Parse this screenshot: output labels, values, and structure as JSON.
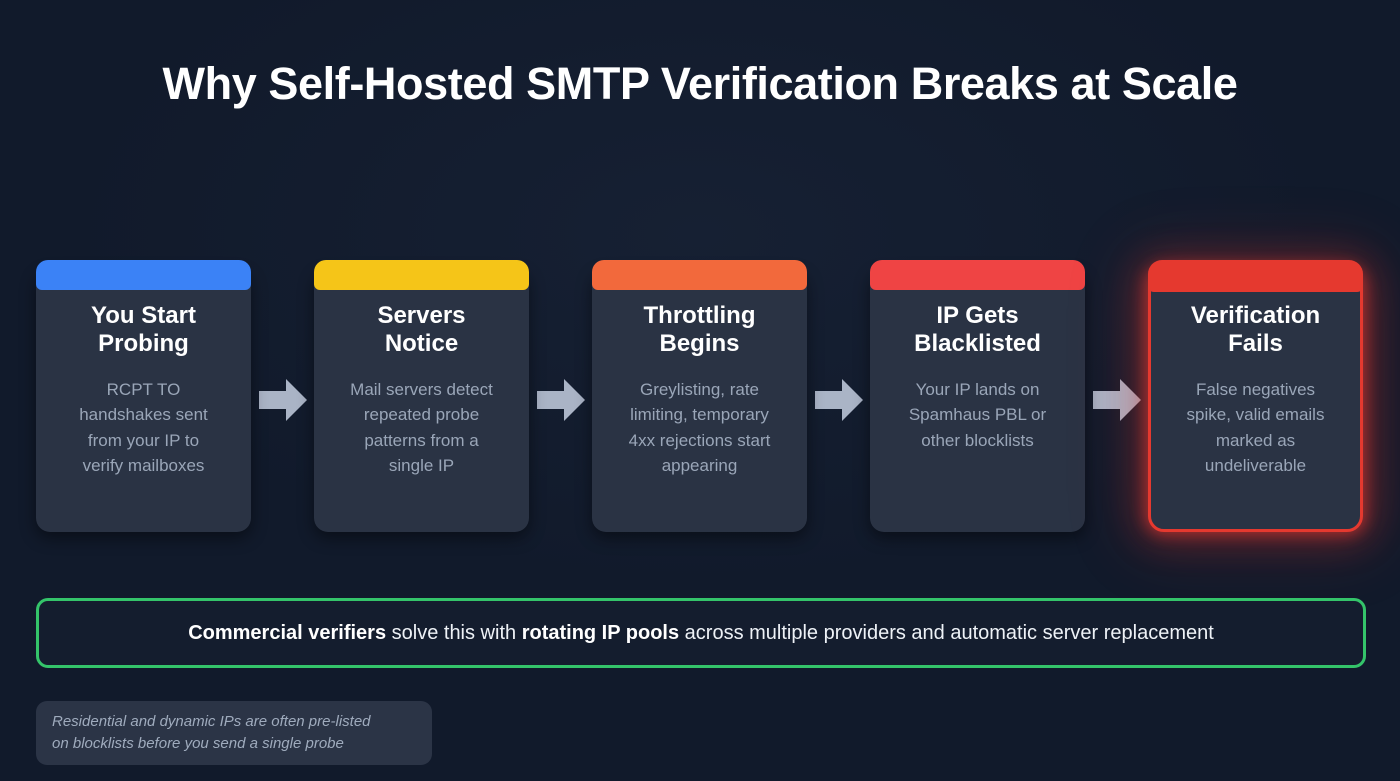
{
  "title": "Why Self-Hosted SMTP Verification Breaks at Scale",
  "flow": {
    "arrow_icon": "arrow-right-icon",
    "steps": [
      {
        "heading": "You Start\nProbing",
        "description": "RCPT TO\nhandshakes sent\nfrom your IP to\nverify mailboxes",
        "accent_color": "#3b82f6",
        "state": "normal"
      },
      {
        "heading": "Servers\nNotice",
        "description": "Mail servers detect\nrepeated probe\npatterns from a\nsingle IP",
        "accent_color": "#f5c518",
        "state": "normal"
      },
      {
        "heading": "Throttling\nBegins",
        "description": "Greylisting, rate\nlimiting, temporary\n4xx rejections start\nappearing",
        "accent_color": "#f2693c",
        "state": "normal"
      },
      {
        "heading": "IP Gets\nBlacklisted",
        "description": "Your IP lands on\nSpamhaus PBL or\nother blocklists",
        "accent_color": "#ef4444",
        "state": "normal"
      },
      {
        "heading": "Verification\nFails",
        "description": "False negatives\nspike, valid emails\nmarked as\nundeliverable",
        "accent_color": "#e5392f",
        "state": "danger"
      }
    ]
  },
  "callout": {
    "lead_bold": "Commercial verifiers",
    "mid_text": " solve this with ",
    "highlight_bold": "rotating IP pools",
    "tail_text": " across multiple providers and automatic server replacement",
    "border_color": "#34c46a"
  },
  "footnote": {
    "text": "Residential and dynamic IPs are often pre-listed\non blocklists before you send a single probe"
  },
  "colors": {
    "background": "#111a2b",
    "card_surface": "#2a3344",
    "heading_text": "#ffffff",
    "body_text": "#9aa6b8",
    "arrow": "#aab4c6"
  }
}
